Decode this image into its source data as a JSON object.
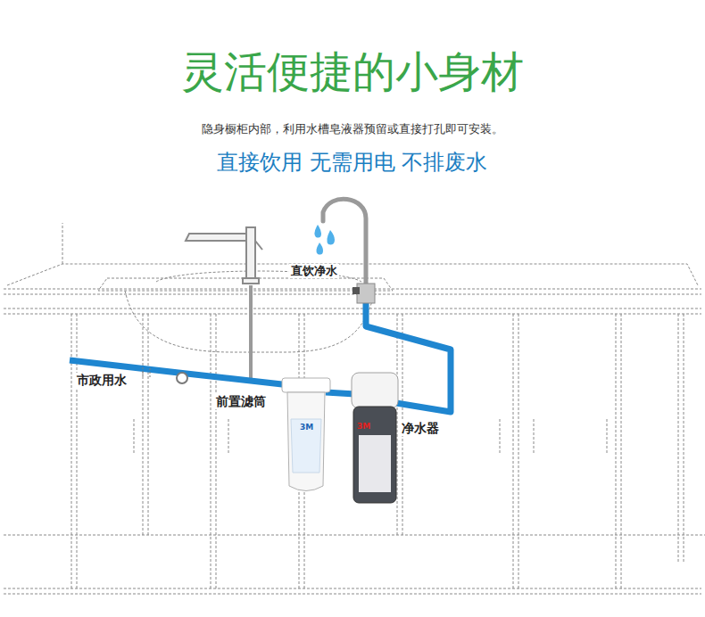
{
  "diagram": {
    "title": "灵活便捷的小身材",
    "labels": [
      "隐身橱柜内部，利用水槽皂液器预留或直接打孔即可安装。",
      "直接饮用 无需用电 不排废水",
      "直饮净水",
      "市政用水",
      "前置滤筒",
      "净水器",
      "3M",
      "3M"
    ]
  }
}
